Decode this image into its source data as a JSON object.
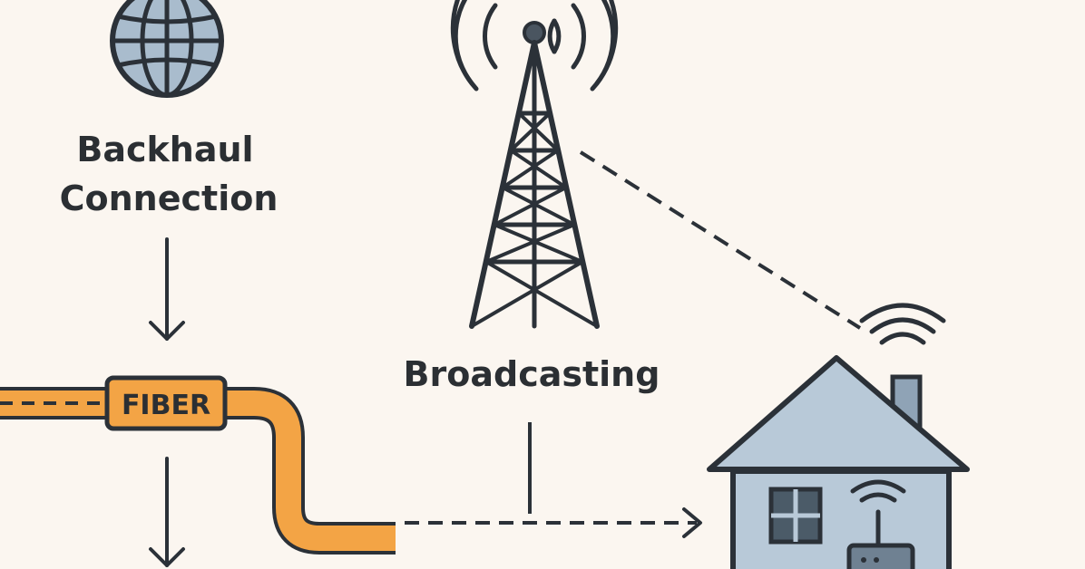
{
  "labels": {
    "backhaul_line1": "Backhaul",
    "backhaul_line2": "Connection",
    "fiber": "FIBER",
    "broadcasting": "Broadcasting"
  },
  "icons": {
    "globe": "globe-icon",
    "tower": "radio-tower-icon",
    "house": "house-icon",
    "router": "wifi-router-icon"
  },
  "colors": {
    "background": "#fbf6f0",
    "fiber_cable": "#f3a445",
    "fiber_outline": "#2b3138",
    "globe_fill": "#a9bccd",
    "house_fill": "#b8c9d8",
    "stroke": "#2b3138"
  }
}
